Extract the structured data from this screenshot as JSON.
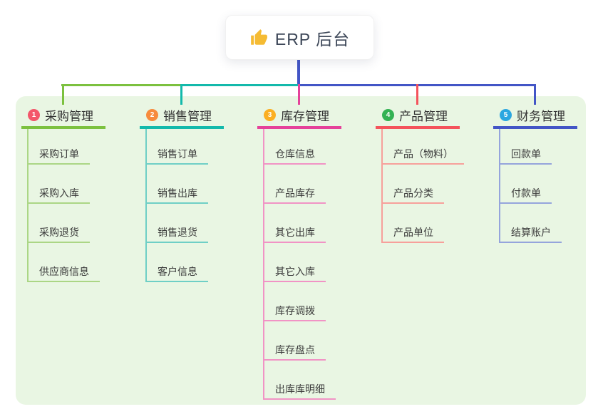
{
  "root": {
    "label": "ERP 后台",
    "icon": "thumbs-up-icon"
  },
  "colors": {
    "panel_bg": "#e9f6e3",
    "root_connector": "#4355c6",
    "root_text": "#3d4758",
    "thumb_icon": "#f5bb33"
  },
  "branches": [
    {
      "number": "1",
      "title": "采购管理",
      "badge_color": "#f3566a",
      "line_color": "#7cc13f",
      "child_line_color": "#abd685",
      "children": [
        "采购订单",
        "采购入库",
        "采购退货",
        "供应商信息"
      ]
    },
    {
      "number": "2",
      "title": "销售管理",
      "badge_color": "#f78b3d",
      "line_color": "#13b9ab",
      "child_line_color": "#6fcfc6",
      "children": [
        "销售订单",
        "销售出库",
        "销售退货",
        "客户信息"
      ]
    },
    {
      "number": "3",
      "title": "库存管理",
      "badge_color": "#fbaf22",
      "line_color": "#e5429a",
      "child_line_color": "#f193c5",
      "children": [
        "仓库信息",
        "产品库存",
        "其它出库",
        "其它入库",
        "库存调拨",
        "库存盘点",
        "出库库明细"
      ]
    },
    {
      "number": "4",
      "title": "产品管理",
      "badge_color": "#33b253",
      "line_color": "#f4535c",
      "child_line_color": "#f7a09b",
      "children": [
        "产品（物料）",
        "产品分类",
        "产品单位"
      ]
    },
    {
      "number": "5",
      "title": "财务管理",
      "badge_color": "#2ba7e0",
      "line_color": "#4355c6",
      "child_line_color": "#95a4dc",
      "children": [
        "回款单",
        "付款单",
        "结算账户"
      ]
    }
  ]
}
